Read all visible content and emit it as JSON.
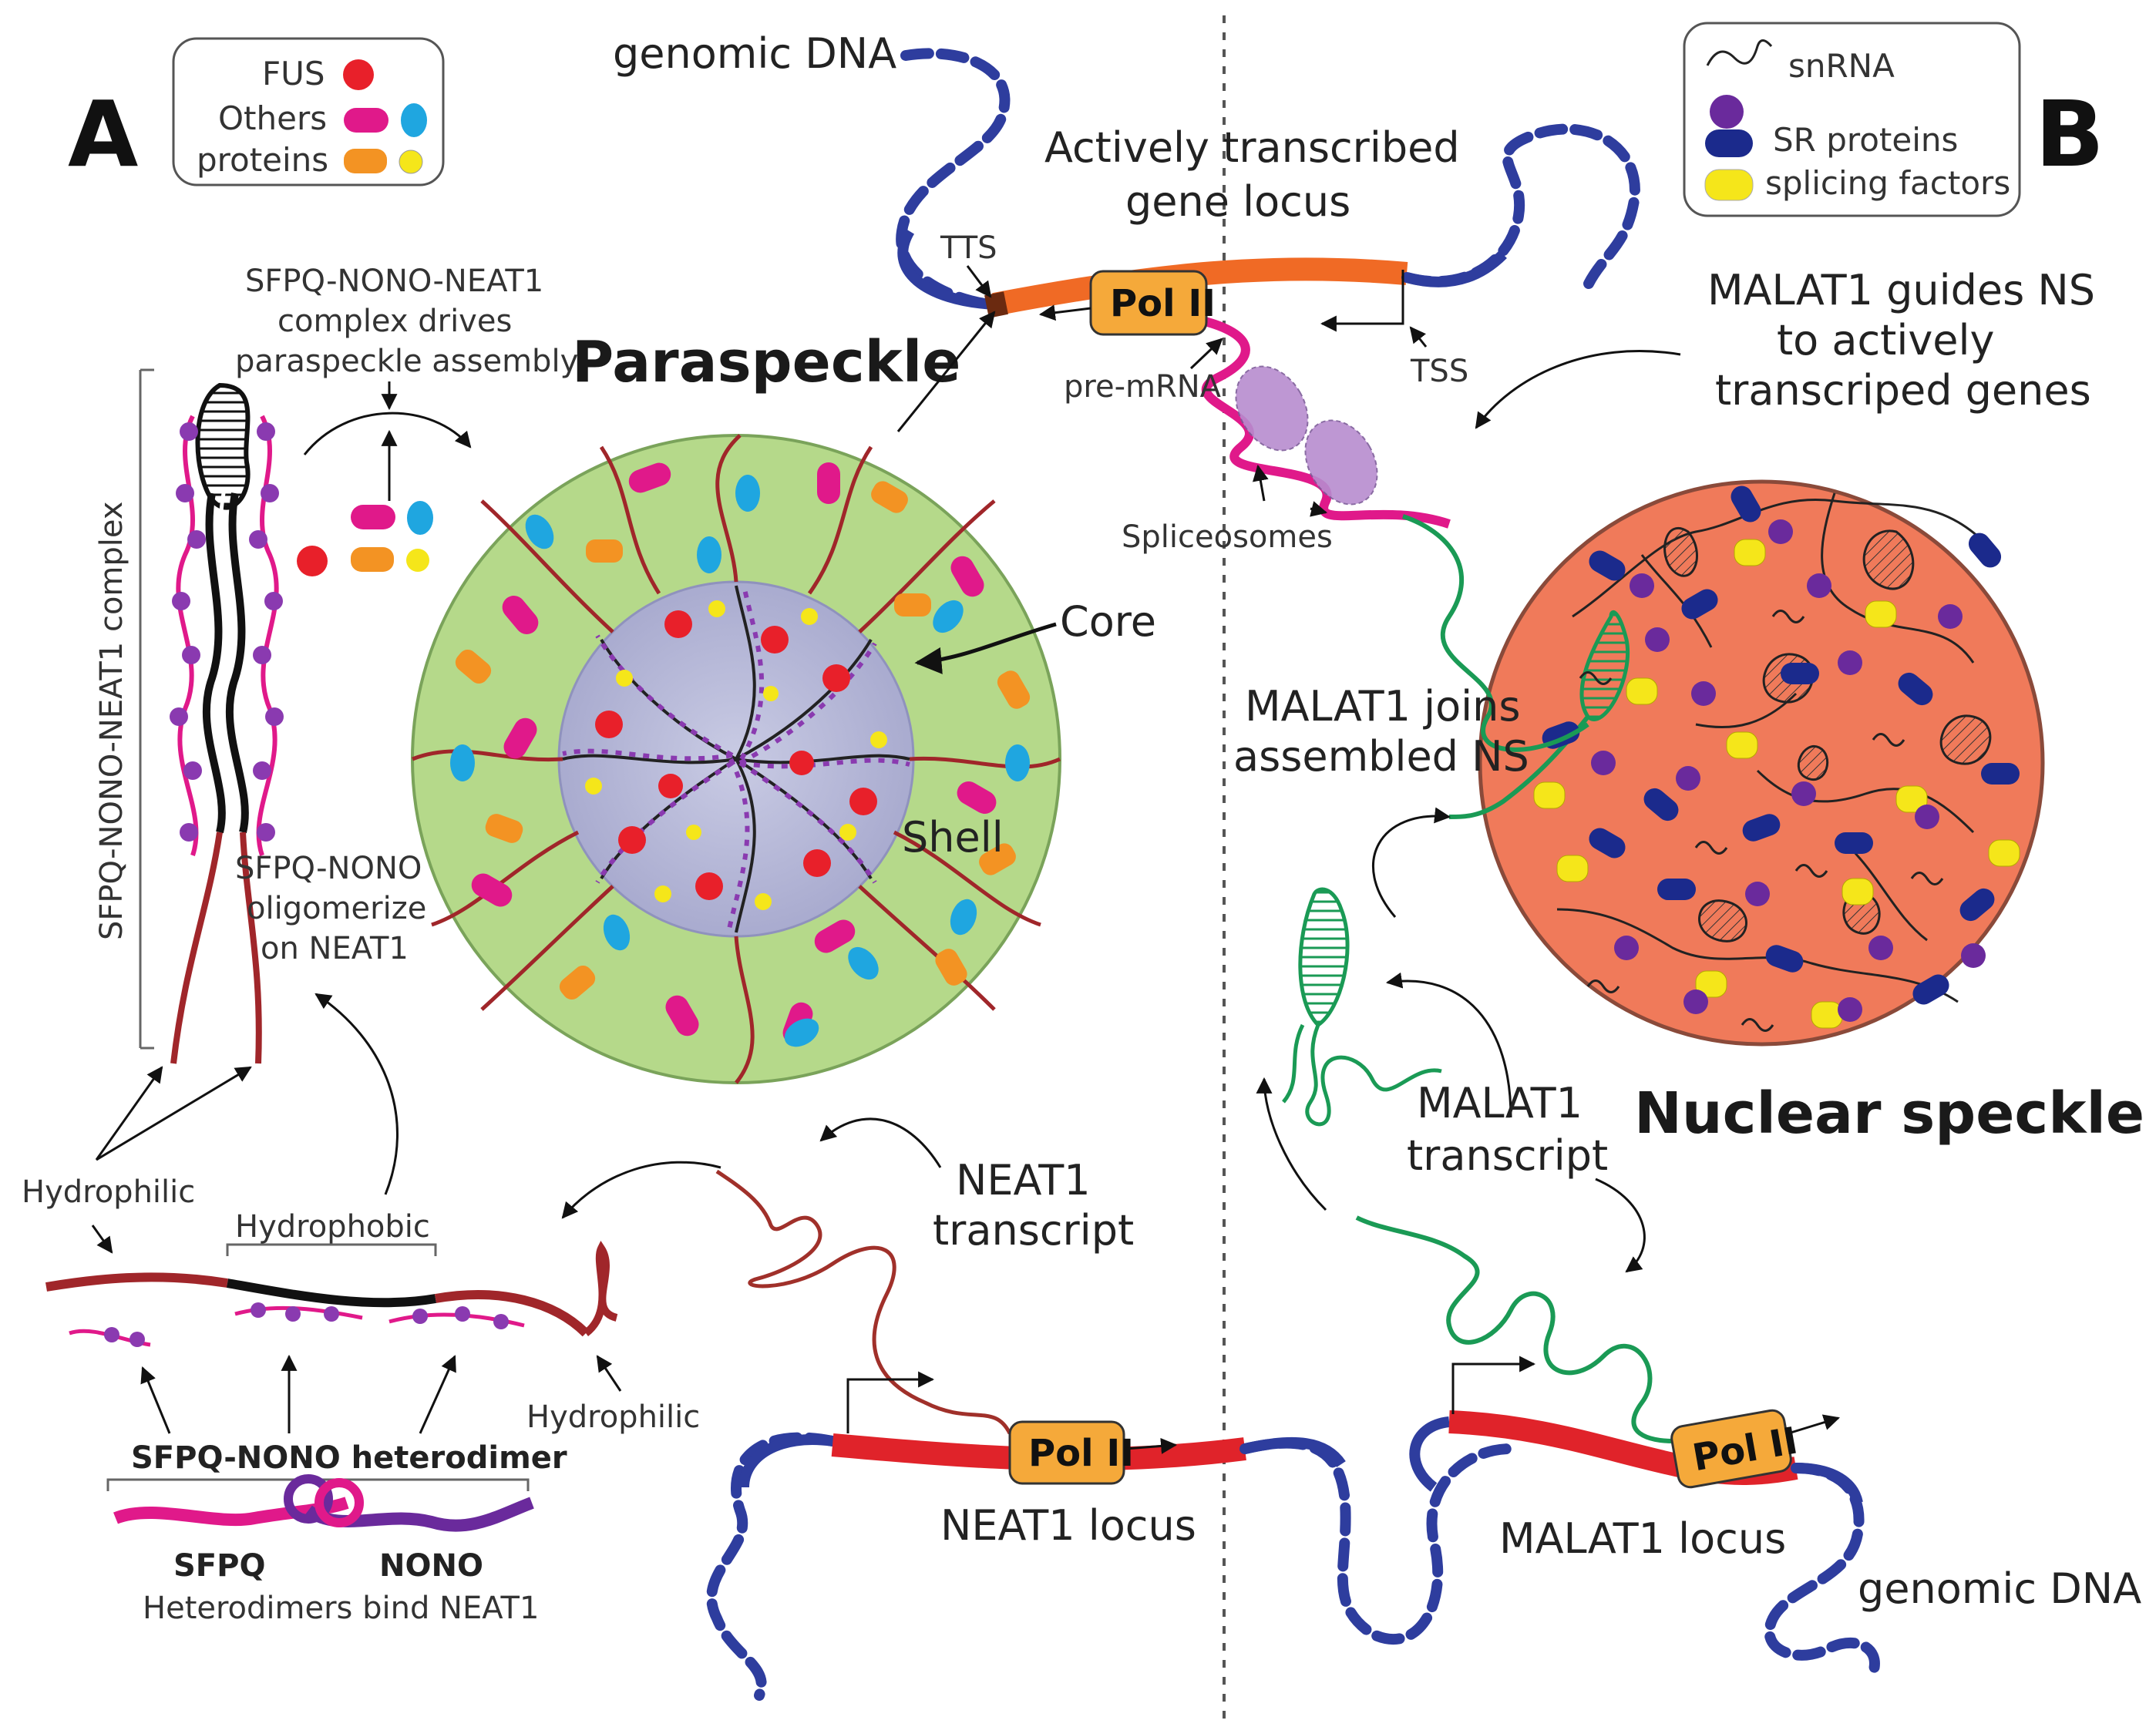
{
  "panels": {
    "a": "A",
    "b": "B"
  },
  "legend_a": {
    "fus": "FUS",
    "others": "Others",
    "proteins": "proteins"
  },
  "legend_b": {
    "snrna": "snRNA",
    "sr": "SR proteins",
    "splicing": "splicing factors"
  },
  "labels": {
    "genomic_dna_top": "genomic DNA",
    "active_line1": "Actively transcribed",
    "active_line2": "gene locus",
    "tts": "TTS",
    "tss": "TSS",
    "pol_top": "Pol II",
    "pre_mrna": "pre-mRNA",
    "spliceosomes": "Spliceosomes",
    "complex_drives_1": "SFPQ-NONO-NEAT1",
    "complex_drives_2": "complex drives",
    "complex_drives_3": "paraspeckle assembly",
    "paraspeckle": "Paraspeckle",
    "core": "Core",
    "shell": "Shell",
    "vertical_complex": "SFPQ-NONO-NEAT1 complex",
    "oligo_1": "SFPQ-NONO",
    "oligo_2": "oligomerize",
    "oligo_3": "on NEAT1",
    "hydrophilic_left": "Hydrophilic",
    "hydrophobic": "Hydrophobic",
    "hydrophilic_right": "Hydrophilic",
    "heterodimer": "SFPQ-NONO heterodimer",
    "sfpq": "SFPQ",
    "nono": "NONO",
    "heterodimers_bind": "Heterodimers bind NEAT1",
    "neat1_t1": "NEAT1",
    "neat1_t2": "transcript",
    "pol_neat1": "Pol II",
    "neat1_locus": "NEAT1 locus",
    "malat1_guides_1": "MALAT1 guides NS",
    "malat1_guides_2": "to actively",
    "malat1_guides_3": "transcriped genes",
    "malat1_joins_1": "MALAT1 joins",
    "malat1_joins_2": "assembled NS",
    "nuclear_speckle": "Nuclear speckle",
    "malat1_t1": "MALAT1",
    "malat1_t2": "transcript",
    "pol_malat1": "Pol II",
    "malat1_locus": "MALAT1 locus",
    "genomic_dna_bottom": "genomic DNA"
  },
  "colors": {
    "fus": "#e8202a",
    "magenta": "#e0198a",
    "cyan": "#1fa6e0",
    "orange": "#f39323",
    "yellow": "#f5e61a",
    "sr_protein": "#1b2a8c",
    "purple_dot": "#6a2a9c",
    "shell_green": "#b5d98a",
    "core_lavender": "#b7b9d8",
    "speckle": "#f07a5a",
    "dna_blue": "#2e3d9e",
    "locus_red": "#e0232a",
    "locus_orange": "#f06a25",
    "neat1_rna": "#a0302a",
    "malat1_rna": "#1a9a55",
    "pol_box": "#f5a93a"
  }
}
